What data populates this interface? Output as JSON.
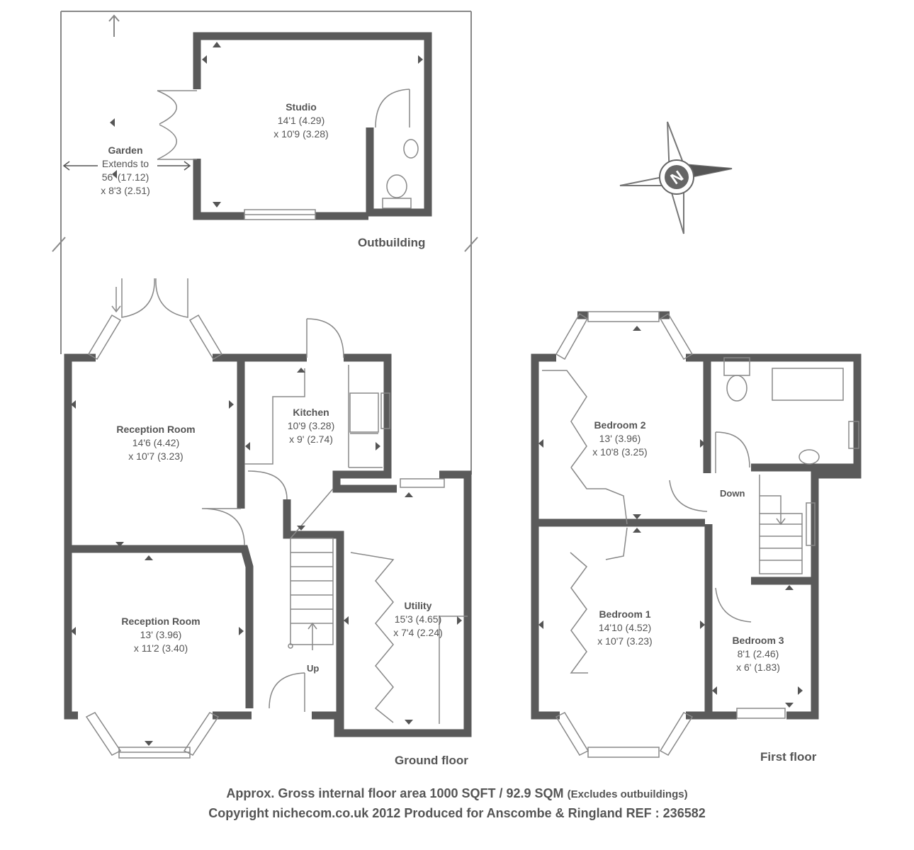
{
  "rooms": {
    "studio": {
      "name": "Studio",
      "dim1": "14'1 (4.29)",
      "dim2": "x 10'9 (3.28)"
    },
    "garden": {
      "name": "Garden",
      "line1": "Extends to",
      "dim1": "56' (17.12)",
      "dim2": "x 8'3 (2.51)"
    },
    "reception1": {
      "name": "Reception Room",
      "dim1": "14'6 (4.42)",
      "dim2": "x 10'7 (3.23)"
    },
    "kitchen": {
      "name": "Kitchen",
      "dim1": "10'9 (3.28)",
      "dim2": "x 9' (2.74)"
    },
    "reception2": {
      "name": "Reception Room",
      "dim1": "13' (3.96)",
      "dim2": "x 11'2 (3.40)"
    },
    "utility": {
      "name": "Utility",
      "dim1": "15'3 (4.65)",
      "dim2": "x 7'4 (2.24)"
    },
    "bedroom2": {
      "name": "Bedroom 2",
      "dim1": "13' (3.96)",
      "dim2": "x 10'8 (3.25)"
    },
    "bedroom1": {
      "name": "Bedroom 1",
      "dim1": "14'10 (4.52)",
      "dim2": "x 10'7 (3.23)"
    },
    "bedroom3": {
      "name": "Bedroom 3",
      "dim1": "8'1 (2.46)",
      "dim2": "x 6' (1.83)"
    }
  },
  "labels": {
    "outbuilding": "Outbuilding",
    "ground_floor": "Ground floor",
    "first_floor": "First floor",
    "up": "Up",
    "down": "Down",
    "compass": "N"
  },
  "footer": {
    "area_main": "Approx. Gross internal floor area 1000 SQFT / 92.9 SQM",
    "area_note": "(Excludes outbuildings)",
    "copyright": "Copyright nichecom.co.uk 2012 Produced for Anscombe & Ringland REF : 236582"
  },
  "colors": {
    "wall": "#5a5a5a",
    "line": "#888888",
    "text": "#555555"
  }
}
